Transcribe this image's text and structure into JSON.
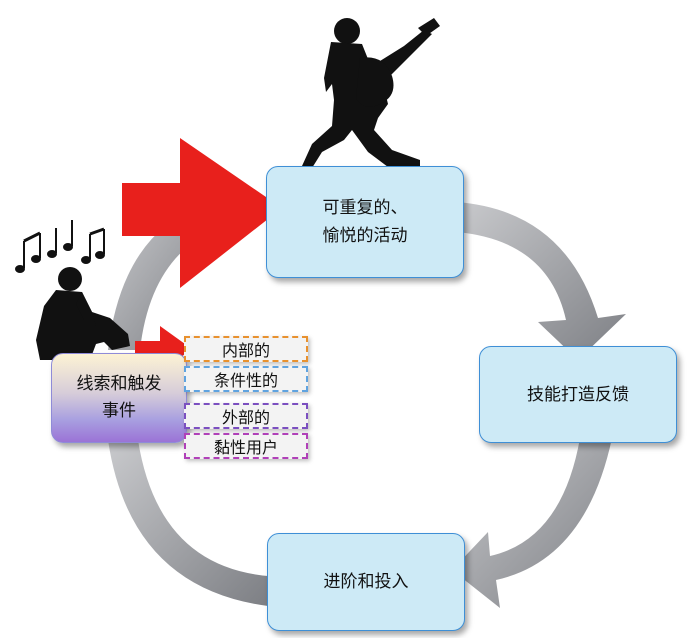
{
  "nodes": {
    "top": {
      "line1": "可重复的、",
      "line2": "愉悦的活动"
    },
    "right": {
      "label": "技能打造反馈"
    },
    "bottom": {
      "label": "进阶和投入"
    },
    "left": {
      "line1": "线索和触发",
      "line2": "事件"
    }
  },
  "tags": {
    "internal": "内部的",
    "conditional": "条件性的",
    "external": "外部的",
    "sticky": "黏性用户"
  },
  "colors": {
    "box_fill": "#cdeaf6",
    "box_border": "#3e8fd6",
    "cycle_arrow": "#8e9094",
    "red_arrow": "#e8201c",
    "tag_internal": "#e8912e",
    "tag_conditional": "#5fa3e0",
    "tag_external": "#7b4fc0",
    "tag_sticky": "#b040b8"
  },
  "icons": [
    "guitarist-silhouette-icon",
    "thinking-man-silhouette-icon",
    "music-notes-icon"
  ]
}
